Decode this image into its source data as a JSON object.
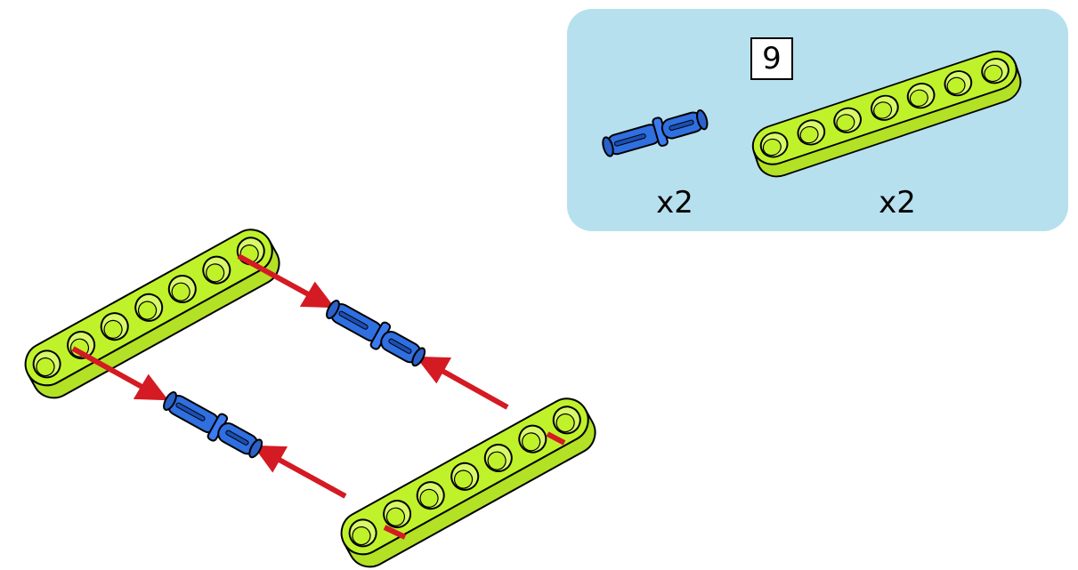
{
  "parts_panel": {
    "step_number": "9",
    "items": [
      {
        "part": "blue-connector-pin",
        "quantity": "x2"
      },
      {
        "part": "lime-7-hole-beam",
        "quantity": "x2"
      }
    ],
    "background_color": "#b7e0ee"
  },
  "colors": {
    "beam": "#bff22a",
    "pin": "#2f6fe0",
    "arrow": "#d41a23",
    "outline": "#000000"
  },
  "assembly": {
    "beam_hole_count": 7,
    "beam_count": 2,
    "pin_count": 2,
    "arrow_count": 4
  }
}
